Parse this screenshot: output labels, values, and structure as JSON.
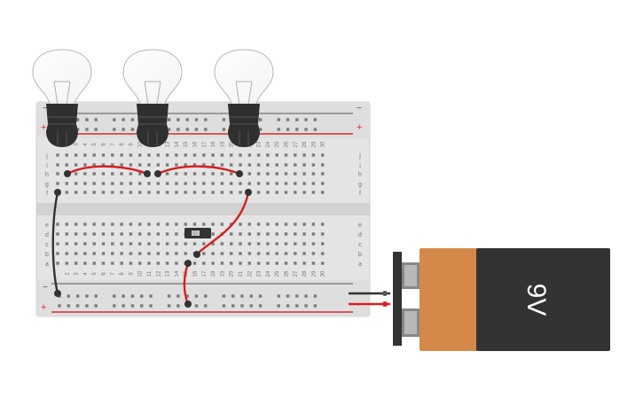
{
  "breadboard": {
    "columns": 30,
    "top_rows": [
      "j",
      "i",
      "h",
      "g",
      "f"
    ],
    "bottom_rows": [
      "e",
      "d",
      "c",
      "b",
      "a"
    ],
    "rail_minus": "−",
    "rail_plus": "+",
    "column_labels_visible": [
      "2",
      "3",
      "4",
      "5",
      "6",
      "7",
      "8",
      "9",
      "10",
      "11",
      "12",
      "13",
      "14",
      "15",
      "16",
      "17",
      "18",
      "19",
      "20",
      "21",
      "22",
      "23",
      "24",
      "25",
      "26",
      "27",
      "28",
      "29",
      "30"
    ]
  },
  "battery": {
    "label": "9V",
    "terminal_minus": "−",
    "terminal_plus": "+"
  },
  "components": {
    "bulbs": 3,
    "switch": "slide-switch"
  },
  "colors": {
    "board": "#e4e4e4",
    "rail_red": "#d92b2b",
    "wire_red": "#d42020",
    "wire_black": "#333333",
    "battery_orange": "#d4894a",
    "battery_dark": "#333333"
  }
}
